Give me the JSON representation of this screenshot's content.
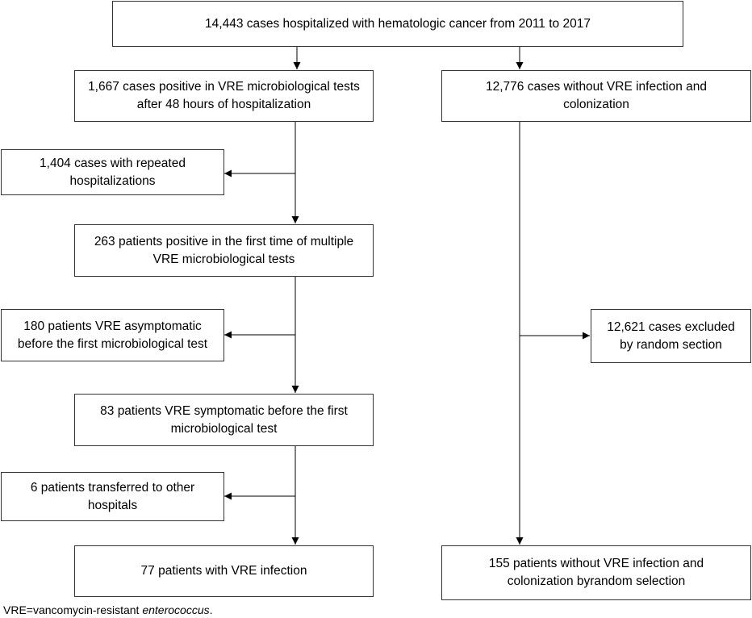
{
  "boxes": {
    "top": {
      "lines": [
        "14,443 cases hospitalized with hematologic cancer from 2011 to 2017"
      ]
    },
    "vre_positive": {
      "lines": [
        "1,667 cases positive in VRE microbiological tests",
        "after 48 hours of hospitalization"
      ]
    },
    "without_vre": {
      "lines": [
        "12,776 cases without VRE infection and",
        "colonization"
      ]
    },
    "repeated": {
      "lines": [
        "1,404 cases with repeated",
        "hospitalizations"
      ]
    },
    "first_time": {
      "lines": [
        "263 patients positive in the first time of multiple",
        "VRE microbiological tests"
      ]
    },
    "asymptomatic": {
      "lines": [
        "180 patients VRE asymptomatic",
        "before the first microbiological test"
      ]
    },
    "excluded": {
      "lines": [
        "12,621 cases excluded",
        "by random section"
      ]
    },
    "symptomatic": {
      "lines": [
        "83 patients VRE symptomatic before the first",
        "microbiological test"
      ]
    },
    "transferred": {
      "lines": [
        "6 patients transferred to other",
        "hospitals"
      ]
    },
    "vre_infection": {
      "lines": [
        "77 patients with VRE infection"
      ]
    },
    "controls": {
      "lines": [
        "155 patients without VRE infection and",
        "colonization byrandom selection"
      ]
    }
  },
  "footnote": {
    "prefix": "VRE=vancomycin-resistant ",
    "italic": "enterococcus",
    "suffix": "."
  }
}
